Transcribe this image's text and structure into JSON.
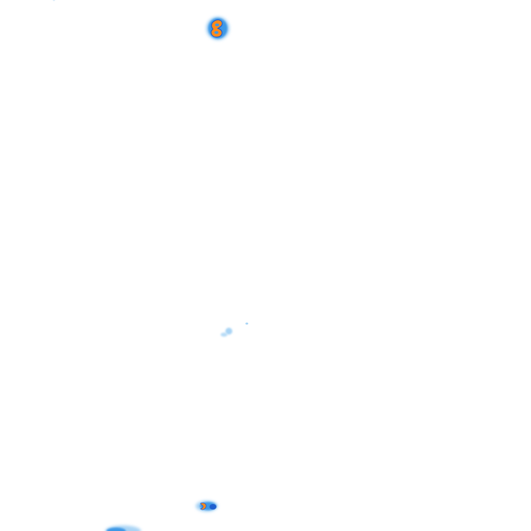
{
  "map": {
    "kind": "precipitation-radar-tile",
    "background": "#ffffff",
    "palette": {
      "light_rain": "#a9d4f5",
      "moderate_rain": "#3d98e6",
      "heavy_rain": "#1f5fcf",
      "intense_core": "#ff8a1a",
      "intense_core_edge": "#e0640a"
    },
    "cells": [
      {
        "id": "north-cell",
        "intensity": "intense"
      },
      {
        "id": "central-light-cell",
        "intensity": "light"
      },
      {
        "id": "central-speck",
        "intensity": "light"
      },
      {
        "id": "south-cell",
        "intensity": "intense"
      },
      {
        "id": "southwest-edge-cell",
        "intensity": "moderate"
      }
    ]
  }
}
